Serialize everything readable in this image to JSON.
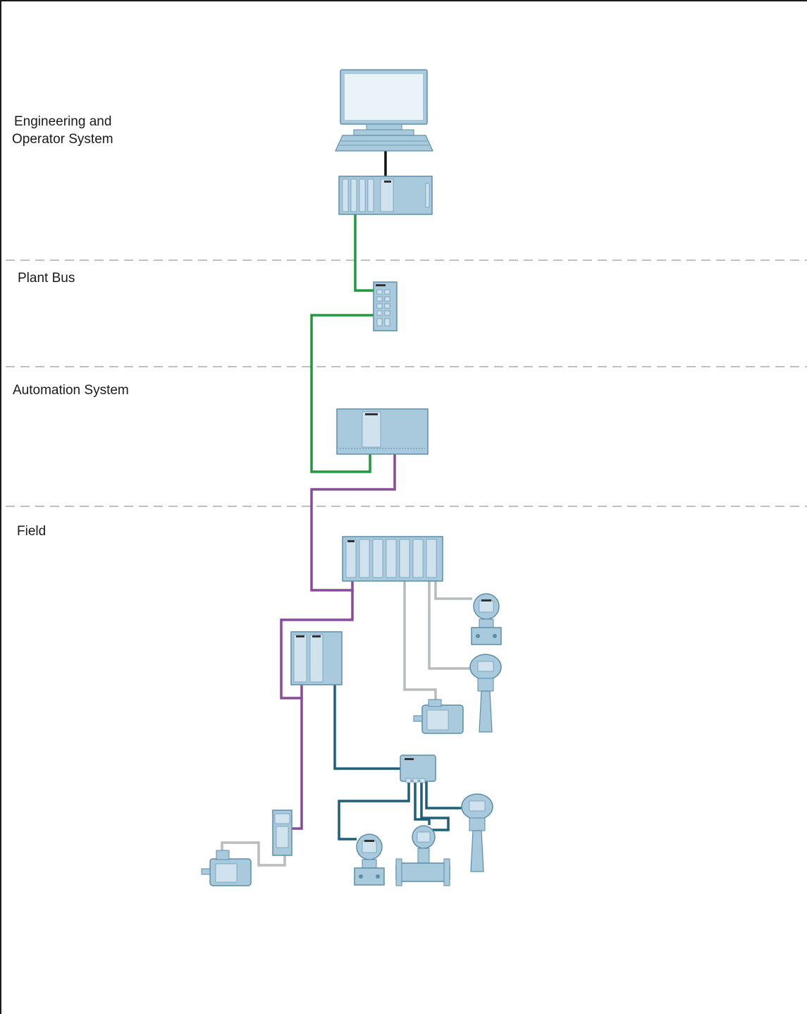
{
  "zones": {
    "engineering_line1": "Engineering and",
    "engineering_line2": "Operator System",
    "plant_bus": "Plant Bus",
    "automation": "Automation System",
    "field": "Field"
  },
  "colors": {
    "divider": "#9a9a9a",
    "plant_bus": "#1e9a3c",
    "profibus_dp": "#8a4a9c",
    "profibus_pa": "#1f5f7a",
    "hart_wiring": "#b9bcbe",
    "ethernet_pc": "#111111",
    "device_fill": "#a9c9dc",
    "device_fill_light": "#cfe2ee",
    "device_stroke": "#5b8ea9",
    "screen": "#e9f3f8"
  },
  "devices": [
    "operator-workstation-icon",
    "server-rack-icon",
    "network-switch-icon",
    "automation-controller-icon",
    "io-station-icon",
    "coupler-icon",
    "pa-junction-box-icon",
    "frequency-converter-icon",
    "motor-icon",
    "pressure-transmitter-icon",
    "radar-level-sensor-icon",
    "flowmeter-icon"
  ]
}
